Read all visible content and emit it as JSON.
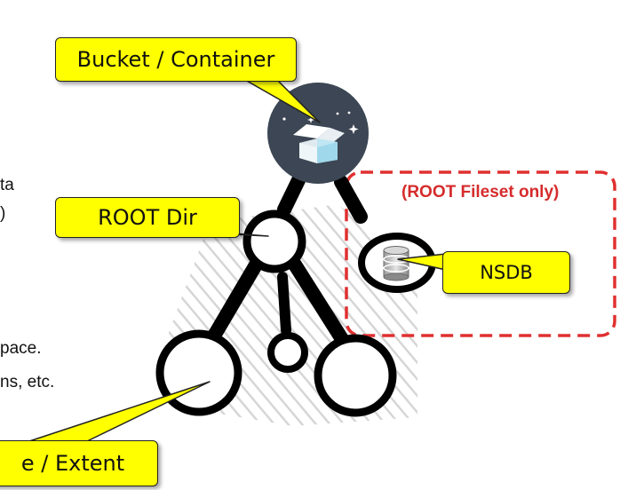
{
  "callouts": {
    "bucket": "Bucket / Container",
    "root_dir": "ROOT Dir",
    "nsdb": "NSDB",
    "file_extent": "e / Extent"
  },
  "annotation": {
    "root_fileset_only": "(ROOT Fileset only)"
  },
  "background_text": [
    "ta",
    ")",
    "pace.",
    "ns, etc."
  ],
  "colors": {
    "callout_fill": "#ffff00",
    "dashed_border": "#e03030",
    "annotation_text": "#d62b2b",
    "bucket_circle": "#3c4654"
  },
  "icons": {
    "bucket": "dropbox-box-icon",
    "nsdb": "database-icon"
  }
}
